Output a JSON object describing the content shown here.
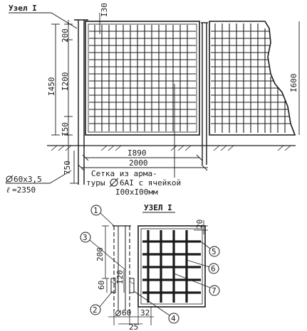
{
  "main": {
    "node_label": "Узел I",
    "dim_130": "I30",
    "dim_200": "200",
    "dim_1200": "I200",
    "dim_1450": "I450",
    "dim_150": "I50",
    "dim_750": "750",
    "dim_1600": "I600",
    "dim_1890": "I890",
    "dim_2000": "2000",
    "note_line1": "Сетка из арма-",
    "note_line2": "туры",
    "note_line2b": "6AI с ячейкой",
    "note_line3": "I00xI00мм",
    "post_line1": "60x3,5",
    "post_line2": "=2350"
  },
  "detail": {
    "title": "УЗЕЛ I",
    "dim_20": "20",
    "dim_200": "200",
    "dim_120": "I20",
    "dim_60_vert": "60",
    "dim_60": "60",
    "dim_32": "32",
    "dim_25": "25",
    "callouts": [
      "1",
      "2",
      "3",
      "4",
      "5",
      "6",
      "7"
    ]
  }
}
